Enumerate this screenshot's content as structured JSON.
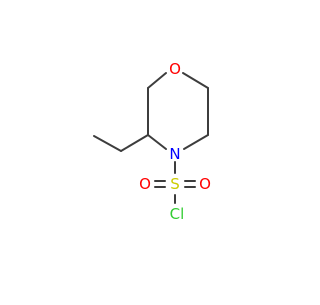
{
  "molecule": {
    "atom_labels": {
      "oxygen_ring": "O",
      "nitrogen_ring": "N",
      "sulfur": "S",
      "oxygen_left": "O",
      "oxygen_right": "O",
      "chlorine": "Cl"
    },
    "colors": {
      "bond": "#3d3d3d",
      "oxygen": "#ff0000",
      "nitrogen": "#0000ff",
      "sulfur": "#cccc00",
      "chlorine": "#33cc33"
    }
  }
}
